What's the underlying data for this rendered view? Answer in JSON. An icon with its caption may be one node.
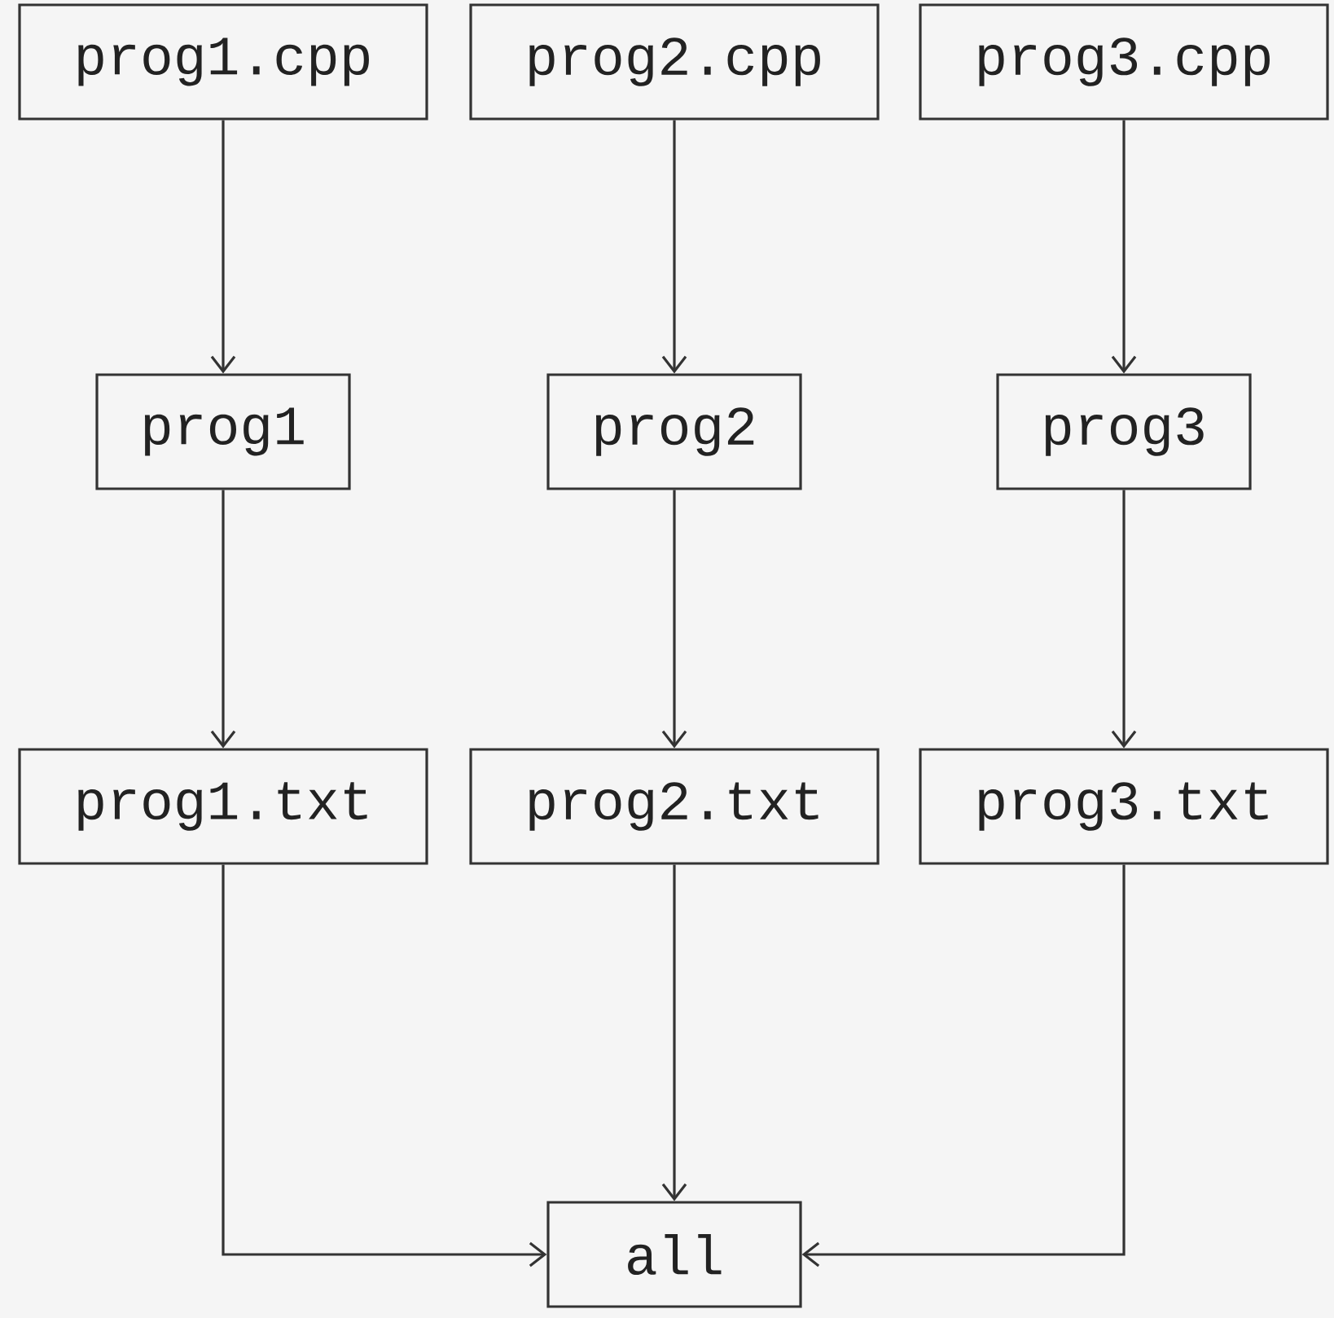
{
  "diagram": {
    "nodes": [
      {
        "text": [
          "prog1.cpp"
        ]
      },
      {
        "text": [
          "prog2.cpp"
        ]
      },
      {
        "text": [
          "prog3.cpp"
        ]
      },
      {
        "text": [
          "prog1"
        ]
      },
      {
        "text": [
          "prog2"
        ]
      },
      {
        "text": [
          "prog3"
        ]
      },
      {
        "text": [
          "prog1.txt"
        ]
      },
      {
        "text": [
          "prog2.txt"
        ]
      },
      {
        "text": [
          "prog3.txt"
        ]
      },
      {
        "text": [
          "all"
        ]
      }
    ],
    "edges": [
      {
        "from": 0,
        "to": 3,
        "arrow": "to"
      },
      {
        "from": 1,
        "to": 4,
        "arrow": "to"
      },
      {
        "from": 2,
        "to": 5,
        "arrow": "to"
      },
      {
        "from": 3,
        "to": 6,
        "arrow": "to"
      },
      {
        "from": 4,
        "to": 7,
        "arrow": "to"
      },
      {
        "from": 5,
        "to": 8,
        "arrow": "to"
      },
      {
        "from": 6,
        "to": 9,
        "arrow": "to"
      },
      {
        "from": 7,
        "to": 9,
        "arrow": "to"
      },
      {
        "from": 8,
        "to": 9,
        "arrow": "to"
      }
    ]
  }
}
